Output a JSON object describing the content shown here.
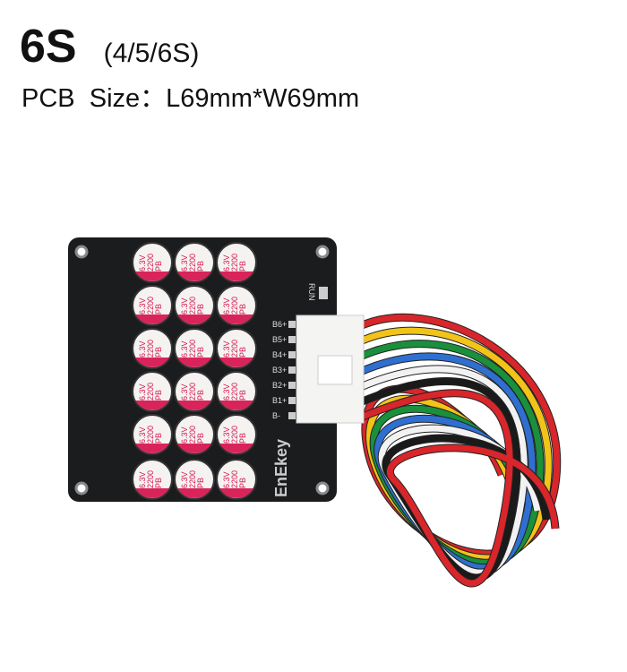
{
  "header": {
    "model": "6S",
    "variants": "(4/5/6S)",
    "size_label": "PCB  Size：",
    "size_value": "L69mm*W69mm"
  },
  "board": {
    "capacitor_rating": [
      "6.3V",
      "2200",
      "PB"
    ],
    "capacitor_rows": 6,
    "capacitor_cols": 3,
    "pins": [
      "B6+",
      "B5+",
      "B4+",
      "B3+",
      "B2+",
      "B1+",
      "B-"
    ],
    "switch_label": "RUN",
    "logo": "EnEkey",
    "wire_colors": [
      "#d8262b",
      "#f2c318",
      "#1a8f3c",
      "#2f6fd0",
      "#f2f2f2",
      "#1a1a1a",
      "#d8262b"
    ]
  }
}
